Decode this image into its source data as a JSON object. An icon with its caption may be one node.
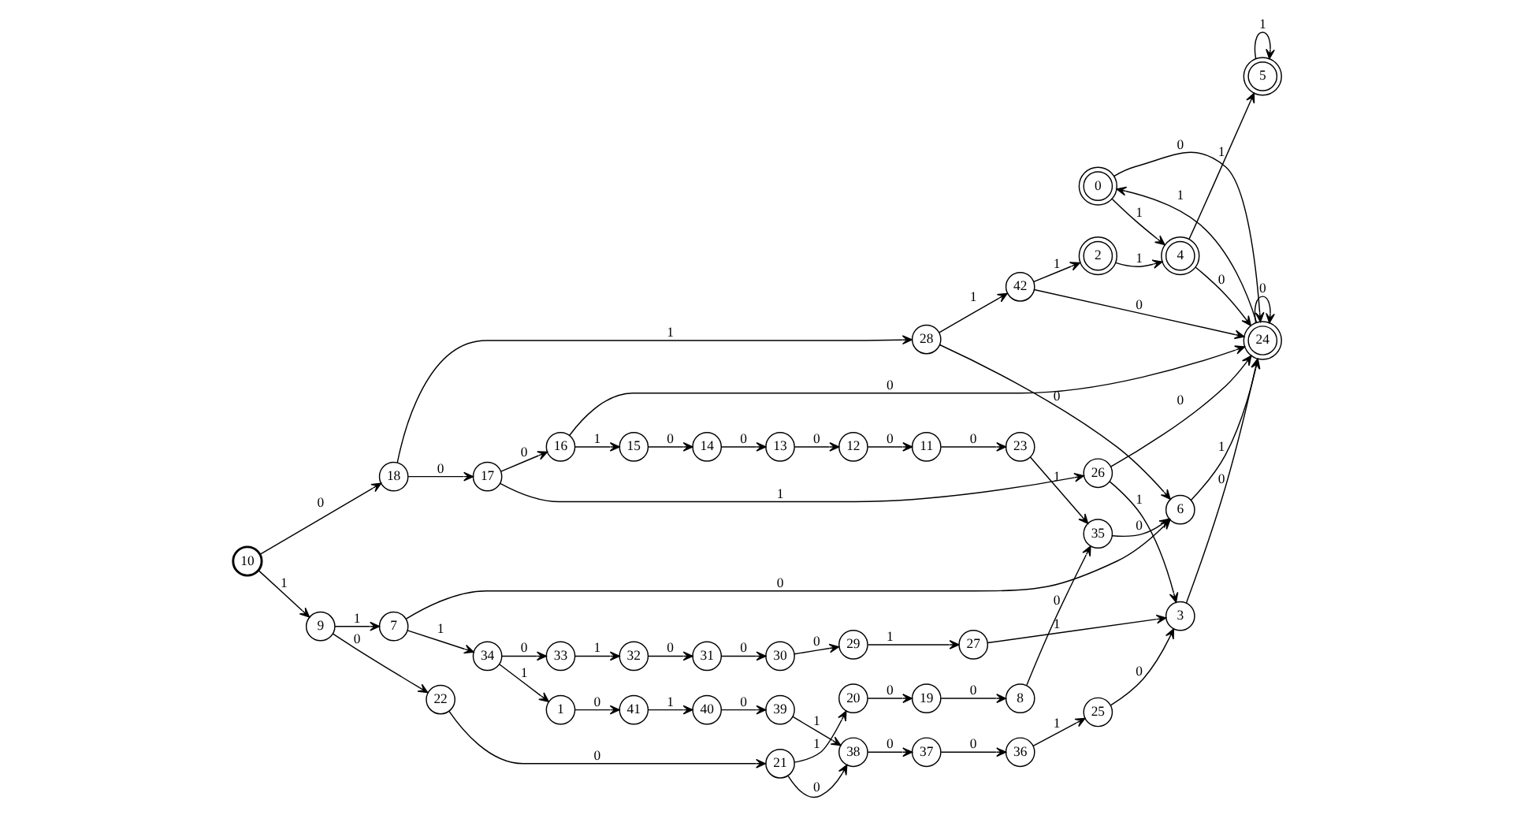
{
  "diagram": {
    "nodes": [
      {
        "text": [
          "0"
        ]
      },
      {
        "text": [
          "1"
        ]
      },
      {
        "text": [
          "2"
        ]
      },
      {
        "text": [
          "3"
        ]
      },
      {
        "text": [
          "4"
        ]
      },
      {
        "text": [
          "5"
        ]
      },
      {
        "text": [
          "6"
        ]
      },
      {
        "text": [
          "7"
        ]
      },
      {
        "text": [
          "8"
        ]
      },
      {
        "text": [
          "9"
        ]
      },
      {
        "text": [
          "10"
        ]
      },
      {
        "text": [
          "11"
        ]
      },
      {
        "text": [
          "12"
        ]
      },
      {
        "text": [
          "13"
        ]
      },
      {
        "text": [
          "14"
        ]
      },
      {
        "text": [
          "15"
        ]
      },
      {
        "text": [
          "16"
        ]
      },
      {
        "text": [
          "17"
        ]
      },
      {
        "text": [
          "18"
        ]
      },
      {
        "text": [
          "19"
        ]
      },
      {
        "text": [
          "20"
        ]
      },
      {
        "text": [
          "21"
        ]
      },
      {
        "text": [
          "22"
        ]
      },
      {
        "text": [
          "23"
        ]
      },
      {
        "text": [
          "24"
        ]
      },
      {
        "text": [
          "25"
        ]
      },
      {
        "text": [
          "26"
        ]
      },
      {
        "text": [
          "27"
        ]
      },
      {
        "text": [
          "28"
        ]
      },
      {
        "text": [
          "29"
        ]
      },
      {
        "text": [
          "30"
        ]
      },
      {
        "text": [
          "31"
        ]
      },
      {
        "text": [
          "32"
        ]
      },
      {
        "text": [
          "33"
        ]
      },
      {
        "text": [
          "34"
        ]
      },
      {
        "text": [
          "35"
        ]
      },
      {
        "text": [
          "36"
        ]
      },
      {
        "text": [
          "37"
        ]
      },
      {
        "text": [
          "38"
        ]
      },
      {
        "text": [
          "39"
        ]
      },
      {
        "text": [
          "40"
        ]
      },
      {
        "text": [
          "41"
        ]
      },
      {
        "text": [
          "42"
        ]
      }
    ],
    "edges": [
      {
        "from": 10,
        "to": 18,
        "label": "0",
        "arrow": "to"
      },
      {
        "from": 10,
        "to": 9,
        "label": "1",
        "arrow": "to"
      },
      {
        "from": 18,
        "to": 28,
        "label": "1",
        "arrow": "to"
      },
      {
        "from": 18,
        "to": 17,
        "label": "0",
        "arrow": "to"
      },
      {
        "from": 17,
        "to": 16,
        "label": "0",
        "arrow": "to"
      },
      {
        "from": 17,
        "to": 26,
        "label": "1",
        "arrow": "to"
      },
      {
        "from": 16,
        "to": 24,
        "label": "0",
        "arrow": "to"
      },
      {
        "from": 16,
        "to": 15,
        "label": "1",
        "arrow": "to"
      },
      {
        "from": 15,
        "to": 14,
        "label": "0",
        "arrow": "to"
      },
      {
        "from": 14,
        "to": 13,
        "label": "0",
        "arrow": "to"
      },
      {
        "from": 13,
        "to": 12,
        "label": "0",
        "arrow": "to"
      },
      {
        "from": 12,
        "to": 11,
        "label": "0",
        "arrow": "to"
      },
      {
        "from": 11,
        "to": 23,
        "label": "0",
        "arrow": "to"
      },
      {
        "from": 23,
        "to": 35,
        "label": "1",
        "arrow": "to"
      },
      {
        "from": 9,
        "to": 7,
        "label": "1",
        "arrow": "to"
      },
      {
        "from": 9,
        "to": 22,
        "label": "0",
        "arrow": "to"
      },
      {
        "from": 7,
        "to": 6,
        "label": "0",
        "arrow": "to"
      },
      {
        "from": 7,
        "to": 34,
        "label": "1",
        "arrow": "to"
      },
      {
        "from": 34,
        "to": 33,
        "label": "0",
        "arrow": "to"
      },
      {
        "from": 34,
        "to": 1,
        "label": "1",
        "arrow": "to"
      },
      {
        "from": 33,
        "to": 32,
        "label": "1",
        "arrow": "to"
      },
      {
        "from": 32,
        "to": 31,
        "label": "0",
        "arrow": "to"
      },
      {
        "from": 31,
        "to": 30,
        "label": "0",
        "arrow": "to"
      },
      {
        "from": 30,
        "to": 29,
        "label": "0",
        "arrow": "to"
      },
      {
        "from": 29,
        "to": 27,
        "label": "1",
        "arrow": "to"
      },
      {
        "from": 27,
        "to": 3,
        "label": "1",
        "arrow": "to"
      },
      {
        "from": 1,
        "to": 41,
        "label": "0",
        "arrow": "to"
      },
      {
        "from": 41,
        "to": 40,
        "label": "1",
        "arrow": "to"
      },
      {
        "from": 40,
        "to": 39,
        "label": "0",
        "arrow": "to"
      },
      {
        "from": 39,
        "to": 38,
        "label": "1",
        "arrow": "to"
      },
      {
        "from": 22,
        "to": 21,
        "label": "0",
        "arrow": "to"
      },
      {
        "from": 21,
        "to": 20,
        "label": "1",
        "arrow": "to"
      },
      {
        "from": 21,
        "to": 38,
        "label": "0",
        "arrow": "to"
      },
      {
        "from": 20,
        "to": 19,
        "label": "0",
        "arrow": "to"
      },
      {
        "from": 19,
        "to": 8,
        "label": "0",
        "arrow": "to"
      },
      {
        "from": 8,
        "to": 35,
        "label": "0",
        "arrow": "to"
      },
      {
        "from": 38,
        "to": 37,
        "label": "0",
        "arrow": "to"
      },
      {
        "from": 37,
        "to": 36,
        "label": "0",
        "arrow": "to"
      },
      {
        "from": 36,
        "to": 25,
        "label": "1",
        "arrow": "to"
      },
      {
        "from": 25,
        "to": 3,
        "label": "0",
        "arrow": "to"
      },
      {
        "from": 35,
        "to": 6,
        "label": "0",
        "arrow": "to"
      },
      {
        "from": 26,
        "to": 24,
        "label": "0",
        "arrow": "to"
      },
      {
        "from": 26,
        "to": 3,
        "label": "1",
        "arrow": "to"
      },
      {
        "from": 6,
        "to": 24,
        "label": "1",
        "arrow": "to"
      },
      {
        "from": 3,
        "to": 24,
        "label": "0",
        "arrow": "to"
      },
      {
        "from": 28,
        "to": 42,
        "label": "1",
        "arrow": "to"
      },
      {
        "from": 28,
        "to": 6,
        "label": "0",
        "arrow": "to"
      },
      {
        "from": 42,
        "to": 2,
        "label": "1",
        "arrow": "to"
      },
      {
        "from": 42,
        "to": 24,
        "label": "0",
        "arrow": "to"
      },
      {
        "from": 2,
        "to": 4,
        "label": "1",
        "arrow": "to"
      },
      {
        "from": 0,
        "to": 4,
        "label": "1",
        "arrow": "to"
      },
      {
        "from": 0,
        "to": 24,
        "label": "0",
        "arrow": "to"
      },
      {
        "from": 4,
        "to": 5,
        "label": "1",
        "arrow": "to"
      },
      {
        "from": 4,
        "to": 24,
        "label": "0",
        "arrow": "to"
      },
      {
        "from": 24,
        "to": 0,
        "label": "1",
        "arrow": "to"
      },
      {
        "from": 24,
        "to": 24,
        "label": "0",
        "arrow": "to"
      },
      {
        "from": 5,
        "to": 5,
        "label": "1",
        "arrow": "to"
      }
    ]
  }
}
